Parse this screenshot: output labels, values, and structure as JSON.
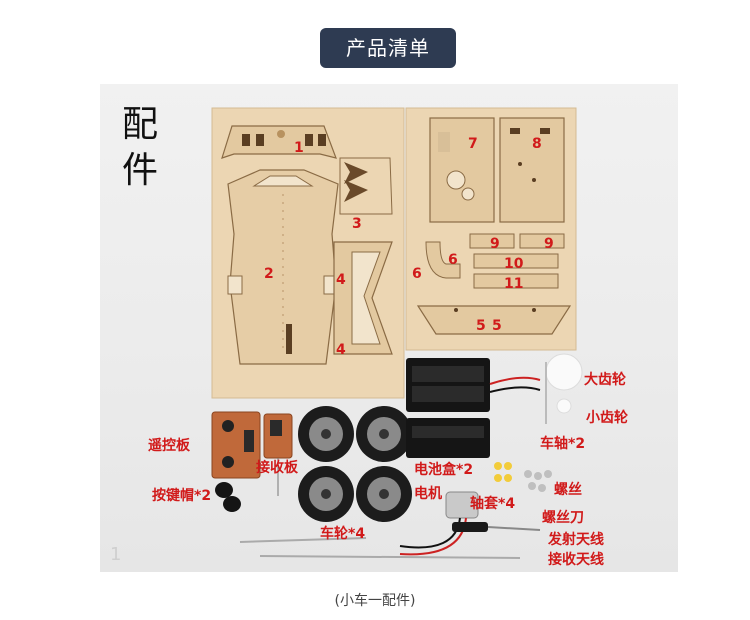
{
  "header": {
    "title": "产品清单"
  },
  "side_title": [
    "配",
    "件"
  ],
  "numbers": {
    "n1": "1",
    "n2": "2",
    "n3": "3",
    "n4a": "4",
    "n4b": "4",
    "n5a": "5",
    "n5b": "5",
    "n6a": "6",
    "n6b": "6",
    "n7": "7",
    "n8": "8",
    "n9a": "9",
    "n9b": "9",
    "n10": "10",
    "n11": "11"
  },
  "labels": {
    "big_gear": "大齿轮",
    "small_gear": "小齿轮",
    "axle": "车轴*2",
    "remote_board": "遥控板",
    "receiver_board": "接收板",
    "battery_box": "电池盒*2",
    "button_cap": "按键帽*2",
    "motor": "电机",
    "bushing": "轴套*4",
    "screw": "螺丝",
    "screwdriver": "螺丝刀",
    "wheel": "车轮*4",
    "tx_antenna": "发射天线",
    "rx_antenna": "接收天线"
  },
  "watermark": "1",
  "caption": "(小车一配件)",
  "colors": {
    "badge": "#2e3b52",
    "label_red": "#d11a1a",
    "wood": "#ecd6b3",
    "pcb": "#c0693a"
  }
}
